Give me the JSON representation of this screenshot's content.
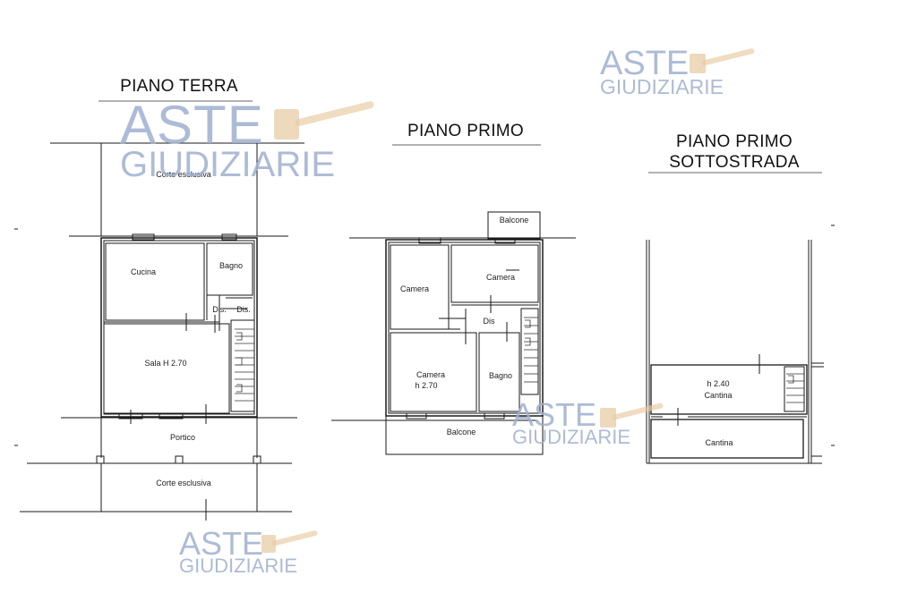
{
  "titles": {
    "piano_terra": "PIANO TERRA",
    "piano_primo": "PIANO PRIMO",
    "sottostrada_line1": "PIANO PRIMO",
    "sottostrada_line2": "SOTTOSTRADA"
  },
  "piano_terra": {
    "corte_top": "Corte esclusiva",
    "cucina": "Cucina",
    "bagno": "Bagno",
    "dis_1": "Dis.",
    "dis_2": "Dis.",
    "sala": "Sala H 2.70",
    "portico": "Portico",
    "corte_bottom": "Corte esclusiva"
  },
  "piano_primo": {
    "balcone_top": "Balcone",
    "camera_left": "Camera",
    "camera_right": "Camera",
    "dis": "Dis",
    "camera_bottom_1": "Camera",
    "camera_bottom_2": "h 2.70",
    "bagno": "Bagno",
    "balcone_bottom": "Balcone"
  },
  "sottostrada": {
    "cantina_1_line1": "h 2.40",
    "cantina_1_line2": "Cantina",
    "cantina_2": "Cantina"
  },
  "watermark": {
    "line1": "ASTE",
    "line2": "GIUDIZIARIE",
    "color": "#9fb0cf"
  }
}
